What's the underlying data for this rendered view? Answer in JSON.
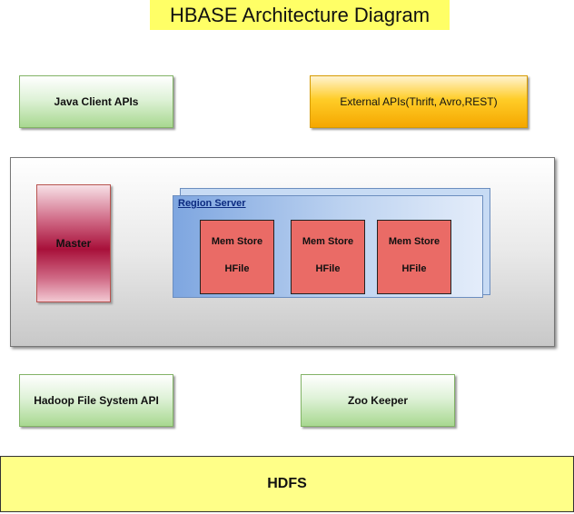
{
  "title": "HBASE Architecture Diagram",
  "apis": {
    "java_client": "Java Client APIs",
    "external": "External APIs(Thrift, Avro,REST)"
  },
  "cluster": {
    "master": "Master",
    "region_server": {
      "label": "Region Server",
      "stores": [
        {
          "memstore": "Mem Store",
          "hfile": "HFile"
        },
        {
          "memstore": "Mem Store",
          "hfile": "HFile"
        },
        {
          "memstore": "Mem Store",
          "hfile": "HFile"
        }
      ]
    }
  },
  "lower": {
    "hadoop_fs_api": "Hadoop File System API",
    "zookeeper": "Zoo Keeper"
  },
  "storage": {
    "hdfs": "HDFS"
  },
  "colors": {
    "title_bg": "#ffff66",
    "green_fill": "#d5e8d4",
    "orange_fill": "#ffcd28",
    "master_fill": "#a8103a",
    "region_server_fill": "#7ea6e0",
    "store_fill": "#ea6b66",
    "hdfs_fill": "#ffff88"
  }
}
